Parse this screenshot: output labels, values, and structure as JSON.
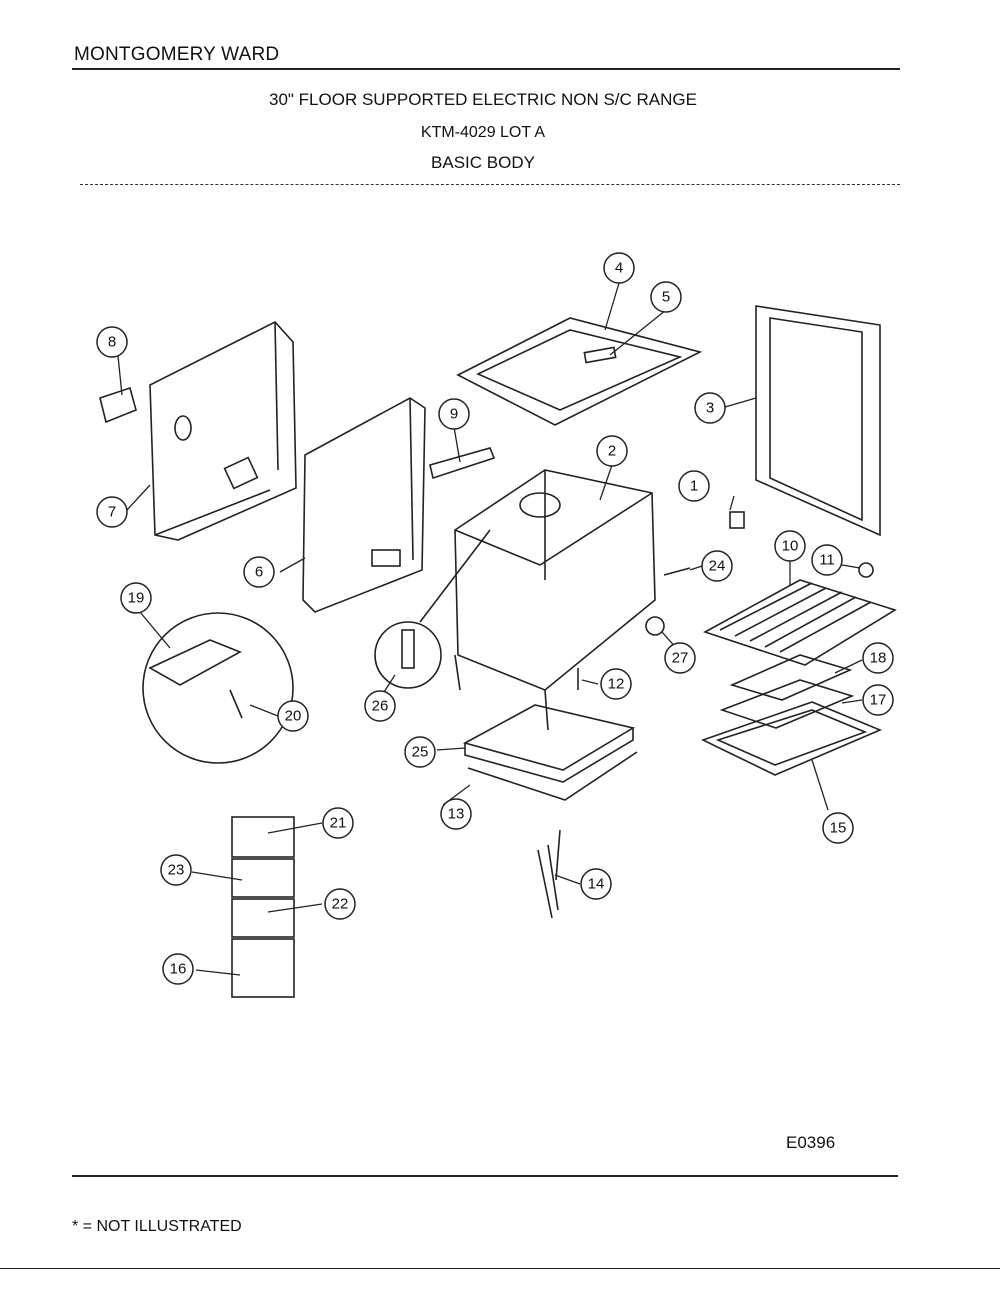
{
  "header": {
    "brand": "MONTGOMERY WARD",
    "title": "30\" FLOOR SUPPORTED ELECTRIC NON S/C RANGE",
    "model": "KTM-4029 LOT A",
    "section": "BASIC BODY"
  },
  "diagram": {
    "callouts": [
      "1",
      "2",
      "3",
      "4",
      "5",
      "6",
      "7",
      "8",
      "9",
      "10",
      "11",
      "12",
      "13",
      "14",
      "15",
      "16",
      "17",
      "18",
      "19",
      "20",
      "21",
      "22",
      "23",
      "24",
      "25",
      "26",
      "27"
    ]
  },
  "footer": {
    "figure_code": "E0396",
    "note": "* = NOT ILLUSTRATED"
  }
}
